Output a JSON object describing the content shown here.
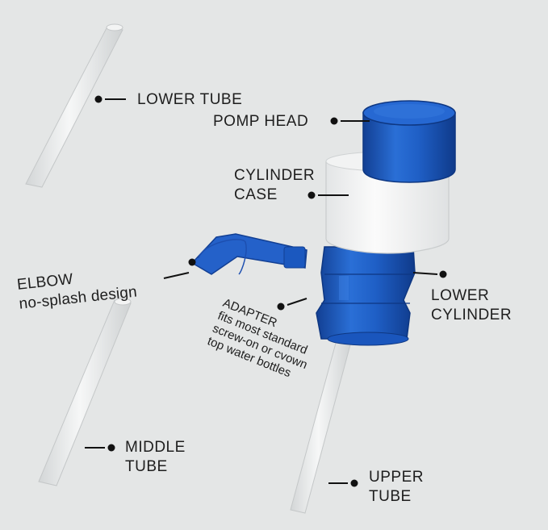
{
  "image": {
    "parts": [
      "lower-tube",
      "middle-tube",
      "upper-tube",
      "pump-head",
      "cylinder-case",
      "elbow",
      "adapter",
      "lower-cylinder"
    ],
    "colors": {
      "background": "#e4e6e6",
      "pump_blue": "#1f5fc6",
      "pump_blue_dark": "#123f93",
      "cylinder_white": "#f7f8f8",
      "tube": "#eef0f0",
      "text": "#1e1e1e"
    }
  },
  "labels": {
    "lower_tube": "LOWER TUBE",
    "pomp_head": "POMP HEAD",
    "cylinder_case_line1": "CYLINDER",
    "cylinder_case_line2": "CASE",
    "elbow_line1": "ELBOW",
    "elbow_line2": "no-splash design",
    "adapter_title": "ADAPTER",
    "adapter_line1": "fits most standard",
    "adapter_line2": "screw-on or cvown",
    "adapter_line3": "top water bottles",
    "lower_cylinder_line1": "LOWER",
    "lower_cylinder_line2": "CYLINDER",
    "middle_tube_line1": "MIDDLE",
    "middle_tube_line2": "TUBE",
    "upper_tube_line1": "UPPER",
    "upper_tube_line2": "TUBE"
  }
}
